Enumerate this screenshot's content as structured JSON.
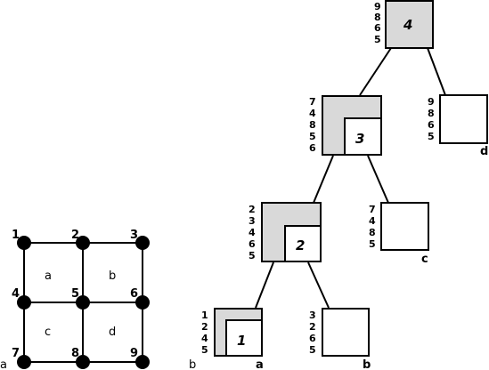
{
  "grid": {
    "nodes": [
      "1",
      "2",
      "3",
      "4",
      "5",
      "6",
      "7",
      "8",
      "9"
    ],
    "cells": [
      "a",
      "b",
      "c",
      "d"
    ],
    "corner_labels": [
      "a",
      "b"
    ]
  },
  "tree": {
    "node4": {
      "label": "4",
      "stack": [
        "9",
        "8",
        "6",
        "5"
      ]
    },
    "node3": {
      "label": "3",
      "stack": [
        "7",
        "4",
        "8",
        "5",
        "6"
      ]
    },
    "leaf_d": {
      "label": "d",
      "stack": [
        "9",
        "8",
        "6",
        "5"
      ]
    },
    "node2": {
      "label": "2",
      "stack": [
        "2",
        "3",
        "4",
        "6",
        "5"
      ]
    },
    "leaf_c": {
      "label": "c",
      "stack": [
        "7",
        "4",
        "8",
        "5"
      ]
    },
    "node1": {
      "label": "1",
      "stack": [
        "1",
        "2",
        "4",
        "5"
      ]
    },
    "leaf_a": {
      "label": "a"
    },
    "leaf_b": {
      "label": "b",
      "stack": [
        "3",
        "2",
        "6",
        "5"
      ]
    }
  },
  "colors": {
    "fill_gray": "#d9d9d9",
    "stroke": "#000000",
    "background": "#ffffff"
  }
}
